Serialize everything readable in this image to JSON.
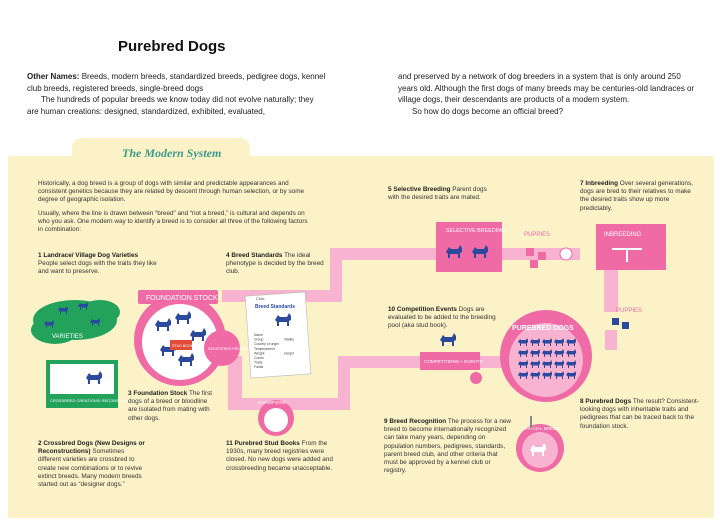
{
  "title": "Purebred Dogs",
  "intro": {
    "other_names_label": "Other Names:",
    "other_names": " Breeds, modern breeds, standardized breeds, pedigree dogs, kennel club breeds, registered breeds, single-breed dogs",
    "p1": "The hundreds of popular breeds we know today did not evolve naturally; they are human creations: designed, standardized, exhibited, evaluated,",
    "p2": "and preserved by a network of dog breeders in a system that is only around 250 years old. Although the first dogs of many breeds may be centuries-old landraces or village dogs, their descendants are products of a modern system.",
    "p3": "So how do dogs become an official breed?"
  },
  "section_title": "The Modern System",
  "history": {
    "p1": "Historically, a dog breed is a group of dogs with similar and predictable appearances and consistent genetics because they are related by descent through human selection, or by some degree of geographic isolation.",
    "p2": "Usually, where the line is drawn between “breed” and “not a breed,” is cultural and depends on who you ask. One modern way to identify a breed is to consider all three of the following factors in combination:"
  },
  "steps": {
    "s1_title": "1  Landrace/ Village Dog Varieties",
    "s1_text": "People select dogs with the traits they like and want to preserve.",
    "s2_title": "2  Crossbred Dogs (New Designs or Reconstructions)",
    "s2_text": "Sometimes different varieties are crossbred to create new combinations or to revive extinct breeds. Many modern breeds started out as “designer dogs.”",
    "s3_title": "3  Foundation Stock",
    "s3_text": "The first dogs of a breed or bloodline are isolated from mating with other dogs.",
    "s4_title": "4  Breed Standards",
    "s4_text": "The ideal phenotype is decided by the breed club.",
    "s5_title": "5  Selective Breeding",
    "s5_text": "Parent dogs with the desired traits are mated.",
    "s7_title": "7  Inbreeding",
    "s7_text": "Over several generations, dogs are bred to their relatives to make the desired traits show up more predictably.",
    "s8_title": "8  Purebred Dogs",
    "s8_text": "The result? Consistent-looking dogs with inheritable traits and pedigrees that can be traced back to the foundation stock.",
    "s9_title": "9  Breed Recognition",
    "s9_text": "The process for a new breed to become internationally recognized can take many years, depending on population numbers, pedigrees, standards, parent breed club, and other criteria that must be approved by a kennel club or registry.",
    "s10_title": "10  Competition Events",
    "s10_text": "Dogs are evaluated to be added to the breeding pool (aka stud book).",
    "s11_title": "11  Purebred Stud Books",
    "s11_text": "From the 1930s, many breed registries were closed. No new dogs were added and crossbreeding became unacceptable."
  },
  "labels": {
    "varieties": "VARIETIES",
    "crossbred": "CROSSBRED CREATIONS/ RECONSTRUCTIONS",
    "foundation": "FOUNDATION STOCK",
    "stud": "STUD BOOK",
    "registered": "REGISTERED PEDIGREES ONLY",
    "club": "Club:",
    "breed_standards": "Breed Standards",
    "form_fields": [
      "Name",
      "Group",
      "Country of origin",
      "Temperament",
      "Weight",
      "Colors",
      "Traits",
      "Faults"
    ],
    "field_vitality": "Vitality",
    "field_height": "Height",
    "selective": "SELECTIVE BREEDING",
    "puppies": "PUPPIES",
    "inbreeding": "INBREEDING",
    "purebred": "PUREBRED DOGS",
    "competitions": "COMPETITIONS + EVENTS",
    "champions": "CHAMPIONS",
    "official": "OFFICIAL BREED"
  },
  "colors": {
    "pink": "#f06aa6",
    "light_pink": "#f7b3cf",
    "navy": "#2b4a9e",
    "green": "#23a25c",
    "teal": "#3d9a8a",
    "cream": "#fbf2c8"
  }
}
